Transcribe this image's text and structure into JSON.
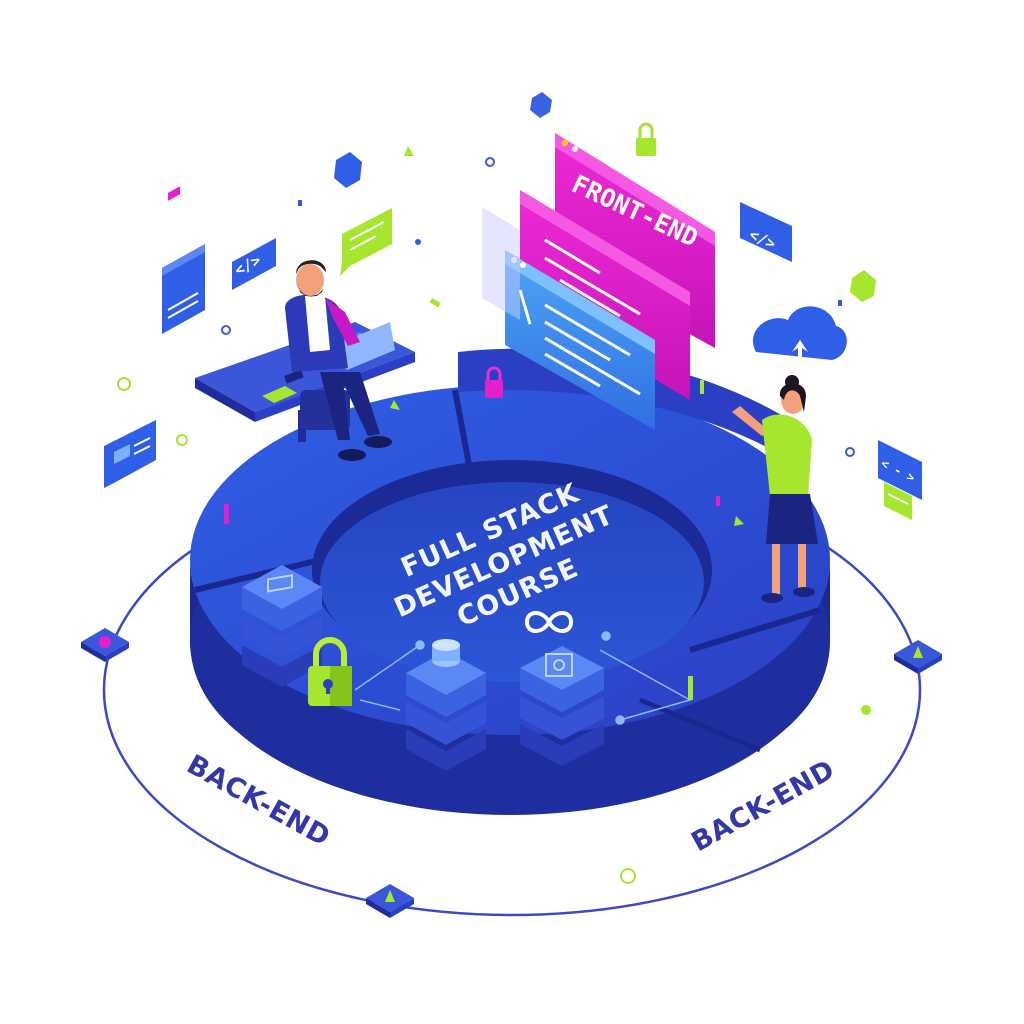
{
  "labels": {
    "title_line_1": "FULL STACK",
    "title_line_2": "DEVELOPMENT",
    "title_line_3": "COURSE",
    "front_end": "FRONT-END",
    "back_end_left": "BACK-END",
    "back_end_right": "BACK-END"
  },
  "icons": {
    "code_tag": "</>",
    "code_arrows": "< - >",
    "infinity": "infinity-icon",
    "cloud_upload": "cloud-upload-icon",
    "padlock": "padlock-icon",
    "server_stack": "server-stack-icon",
    "rocket": "rocket-icon"
  },
  "colors": {
    "platform_top": "#2b50d8",
    "platform_side": "#1d2c9e",
    "accent_magenta": "#e51fc9",
    "accent_lime": "#a6e62e",
    "panel_blue": "#3a8bf0",
    "label_navy": "#3437a8"
  }
}
